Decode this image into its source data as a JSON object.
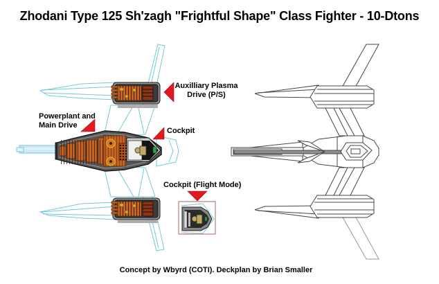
{
  "title": "Zhodani Type 125 Sh'zagh \"Frightful Shape\" Class Fighter - 10-Dtons",
  "credit": "Concept by Wbyrd (COTI). Deckplan by Brian Smaller",
  "annotations": {
    "aux_plasma_drive": {
      "line1": "Auxilliary Plasma",
      "line2": "Drive (P/S)"
    },
    "powerplant_main_drive": {
      "line1": "Powerplant and",
      "line2": "Main Drive"
    },
    "cockpit": {
      "text": "Cockpit"
    },
    "cockpit_flight_mode": {
      "text": "Cockpit (Flight Mode)"
    }
  },
  "colors": {
    "background": "#FFFFFF",
    "text_black": "#000000",
    "arrow_red": "#E11A22",
    "wireframe_cyan": "#6FC9DD",
    "nose_blue": "#CFEAF4",
    "hull_gray": "#575757",
    "machinery_orange": "#C8641E",
    "machinery_dark": "#5A2808",
    "accent_yellow": "#D8B428",
    "pilot_tan": "#BFA86A",
    "canopy_green": "#2F9A4A",
    "lineart_gray": "#444444",
    "inset_border": "#B06060"
  }
}
